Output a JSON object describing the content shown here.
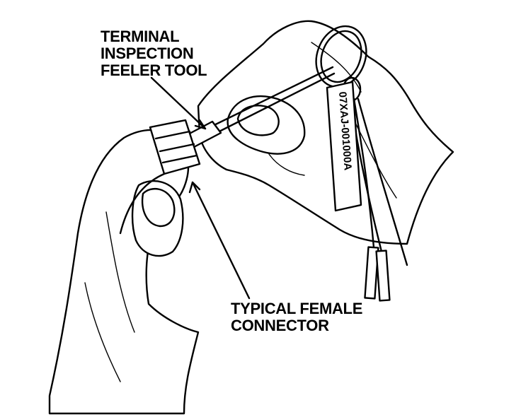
{
  "labels": {
    "tool": [
      "TERMINAL",
      "INSPECTION",
      "FEELER TOOL"
    ],
    "connector": [
      "TYPICAL FEMALE",
      "CONNECTOR"
    ]
  },
  "tag_text": "07XAJ-001000A",
  "colors": {
    "ink": "#000000",
    "paper": "#ffffff"
  }
}
